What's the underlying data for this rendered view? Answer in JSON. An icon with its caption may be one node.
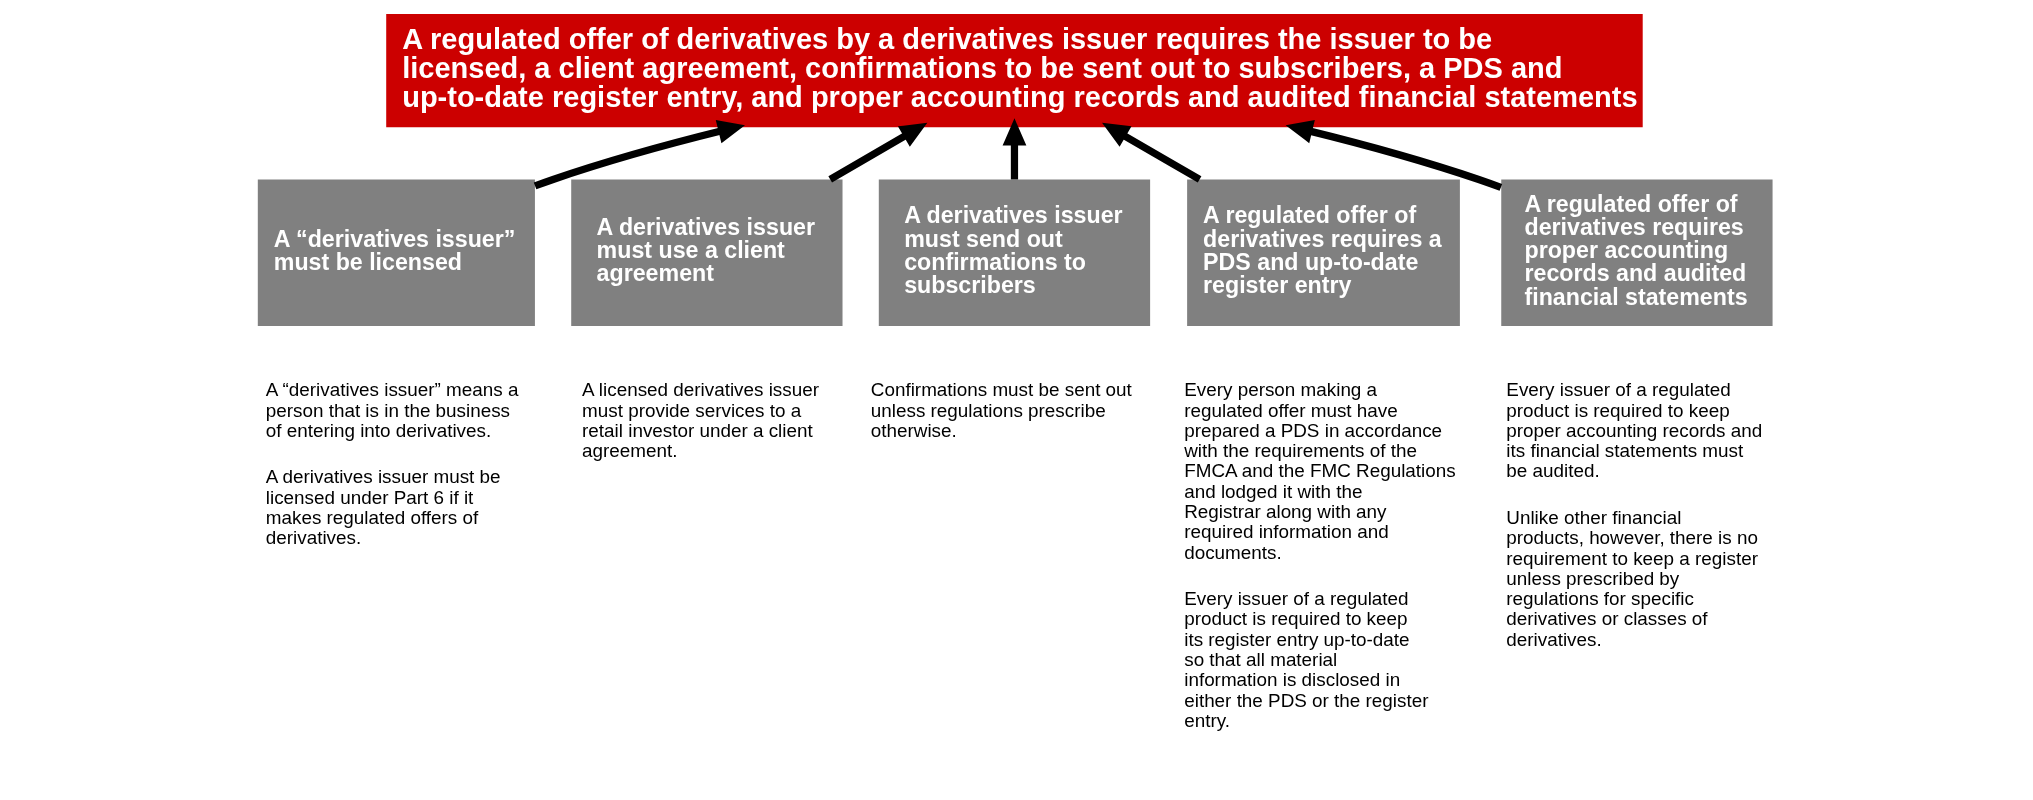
{
  "diagram": {
    "nodes": [
      {
        "text": [
          "A regulated offer of derivatives by a derivatives issuer requires the issuer to be licensed, a client agreement, confirmations to be sent out to subscribers, a PDS and up-to-date register entry, and proper accounting records and audited financial statements"
        ]
      },
      {
        "text": [
          "A “derivatives issuer” must be licensed"
        ],
        "beside": [
          "A “derivatives issuer” means a person that is in the business of entering into derivatives.",
          "A derivatives issuer must be licensed under Part 6 if it makes regulated offers of derivatives."
        ]
      },
      {
        "text": [
          "A derivatives issuer must use a client agreement"
        ],
        "beside": [
          "A licensed derivatives issuer must provide services to a retail investor under a client agreement."
        ]
      },
      {
        "text": [
          "A derivatives issuer must send out confirmations to subscribers"
        ],
        "beside": [
          "Confirmations must be sent out unless regulations prescribe otherwise."
        ]
      },
      {
        "text": [
          "A regulated offer of derivatives requires a PDS and up-to-date register entry"
        ],
        "beside": [
          "Every person making a regulated offer must have prepared a PDS in accordance with the requirements of the FMCA and the FMC Regulations and lodged it with the Registrar along with any required information and documents.",
          "Every issuer of a regulated product is required to keep its register entry up-to-date so that all material information is disclosed in either the PDS or the register entry."
        ]
      },
      {
        "text": [
          "A regulated offer of derivatives requires proper accounting records and audited financial statements"
        ],
        "beside": [
          "Every issuer of a regulated product is required to keep proper accounting records and its financial statements must be audited.",
          "Unlike other financial products, however, there is no requirement to keep a register unless prescribed by regulations for specific derivatives or classes of derivatives."
        ]
      }
    ],
    "edges": [
      {
        "from": 1,
        "to": 0,
        "arrow": "to"
      },
      {
        "from": 2,
        "to": 0,
        "arrow": "to"
      },
      {
        "from": 3,
        "to": 0,
        "arrow": "to"
      },
      {
        "from": 4,
        "to": 0,
        "arrow": "to"
      },
      {
        "from": 5,
        "to": 0,
        "arrow": "to"
      }
    ]
  }
}
